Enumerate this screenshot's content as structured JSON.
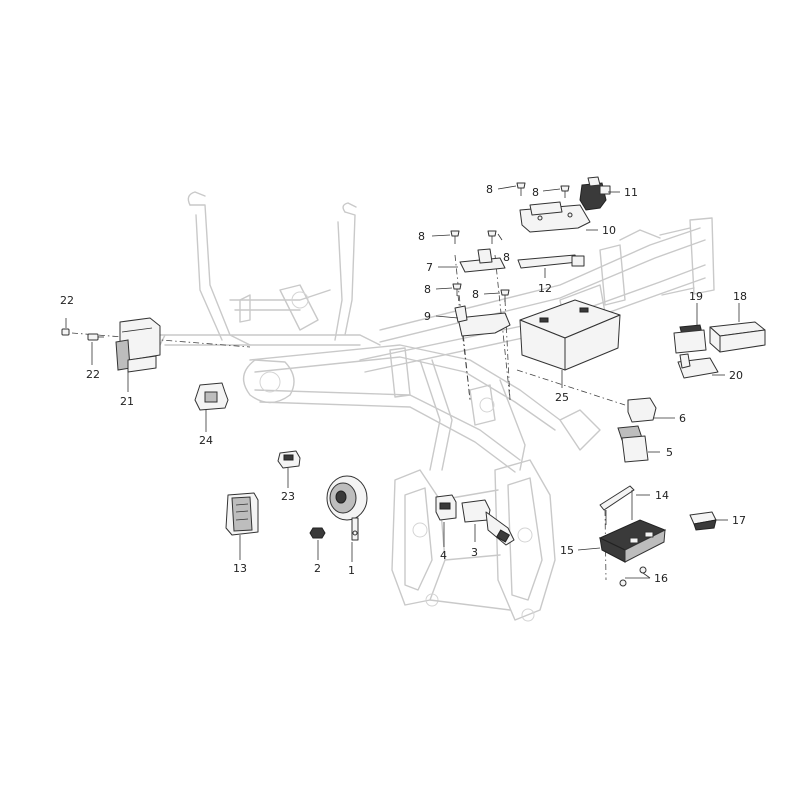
{
  "callouts": {
    "c1": "1",
    "c2": "2",
    "c3": "3",
    "c4": "4",
    "c5": "5",
    "c6": "6",
    "c7": "7",
    "c8a": "8",
    "c8b": "8",
    "c8c": "8",
    "c8d": "8",
    "c8e": "8",
    "c8f": "8",
    "c9": "9",
    "c10": "10",
    "c11": "11",
    "c12": "12",
    "c13": "13",
    "c14": "14",
    "c15": "15",
    "c16": "16",
    "c17": "17",
    "c18": "18",
    "c19": "19",
    "c20": "20",
    "c21": "21",
    "c22a": "22",
    "c22b": "22",
    "c23": "23",
    "c24": "24",
    "c25": "25"
  },
  "colors": {
    "frame": "#c9c9c9",
    "part_outline": "#333333",
    "label": "#222222"
  }
}
